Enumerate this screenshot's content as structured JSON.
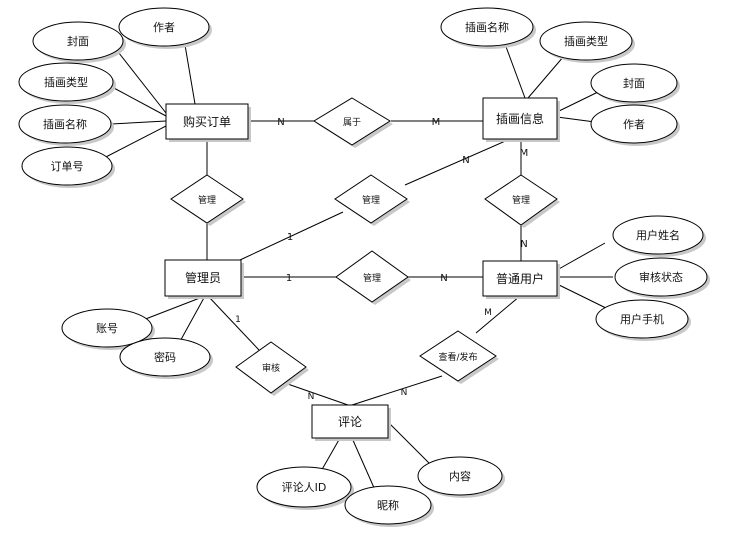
{
  "entities": {
    "purchase_order": "购买订单",
    "illustration_info": "插画信息",
    "admin": "管理员",
    "normal_user": "普通用户",
    "comment": "评论"
  },
  "attributes": {
    "po_cover": "封面",
    "po_author": "作者",
    "po_type": "插画类型",
    "po_name": "插画名称",
    "po_order_no": "订单号",
    "il_name": "插画名称",
    "il_type": "插画类型",
    "il_cover": "封面",
    "il_author": "作者",
    "ad_account": "账号",
    "ad_password": "密码",
    "nu_name": "用户姓名",
    "nu_review": "审核状态",
    "nu_phone": "用户手机",
    "cm_commenter": "评论人ID",
    "cm_nickname": "昵称",
    "cm_content": "内容"
  },
  "relationships": {
    "belongs": "属于",
    "manage_order": "管理",
    "manage_illus": "管理",
    "manage_user_illus": "管理",
    "manage_user": "管理",
    "review": "审核",
    "view_publish": "查看/发布"
  },
  "cardinalities": {
    "po_belongs": "N",
    "belongs_il": "M",
    "admin_illus": "1",
    "illus_admin": "N",
    "il_mgmt": "M",
    "nu_mgmt": "N",
    "admin_user": "1",
    "user_admin": "N",
    "admin_review": "1",
    "review_cm": "N",
    "cm_view": "N",
    "view_user": "M"
  }
}
